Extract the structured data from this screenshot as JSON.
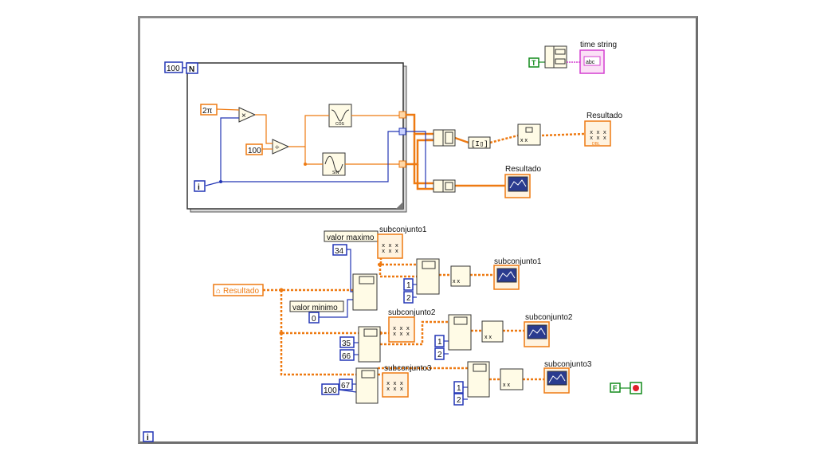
{
  "loop": {
    "count_label": "N",
    "count_value": "100",
    "iteration_label": "i"
  },
  "constants": {
    "two_pi": "2π",
    "divisor": "100",
    "true_const": "T",
    "false_const": "F",
    "sub1_max": "34",
    "sub1_min": "0",
    "sub2_lo": "35",
    "sub2_hi": "66",
    "sub3_lo": "67",
    "sub3_hi": "100",
    "idx1": "1",
    "idx2": "2"
  },
  "functions": {
    "cos_label": "COS",
    "sin_label": "SIN",
    "multiply": "×",
    "divide": "÷"
  },
  "labels": {
    "time_string": "time string",
    "resultado_array": "Resultado",
    "resultado_graph": "Resultado",
    "resultado_local": "Resultado",
    "valor_maximo": "valor maximo",
    "valor_minimo": "valor minimo",
    "subconjunto1_array": "subconjunto1",
    "subconjunto1_graph": "subconjunto1",
    "subconjunto2_array": "subconjunto2",
    "subconjunto2_graph": "subconjunto2",
    "subconjunto3_array": "subconjunto3",
    "subconjunto3_graph": "subconjunto3",
    "bottom_iteration": "i",
    "obj_text": "abc",
    "dbl_text": "DBL"
  },
  "colors": {
    "numeric_blue": "#2336b5",
    "array_orange": "#ee7a12",
    "boolean_green": "#118a1a",
    "string_pink": "#d43fd0"
  }
}
